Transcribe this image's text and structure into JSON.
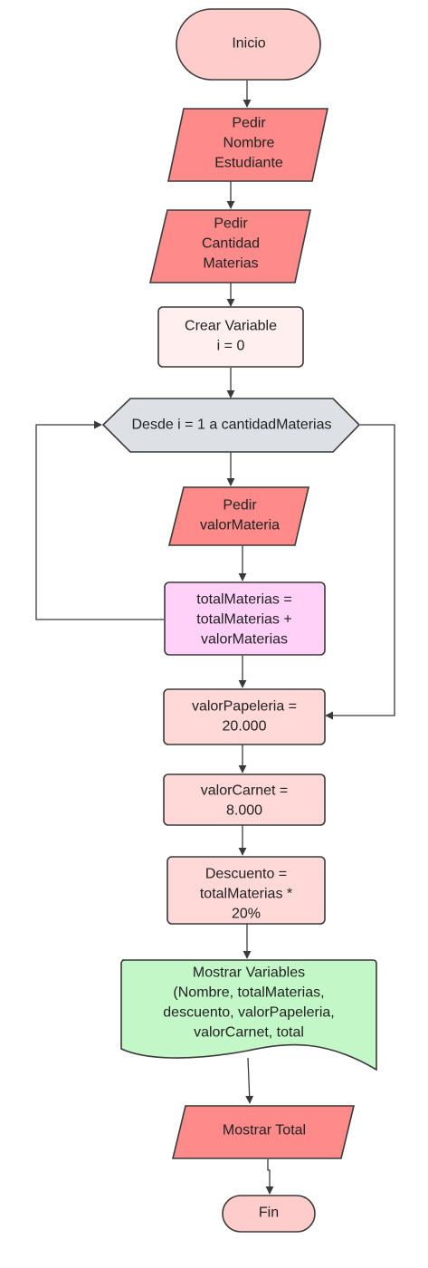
{
  "colors": {
    "terminal": "#FFCCCC",
    "input": "#FF8A8A",
    "init": "#FFEFEF",
    "loop": "#DDE0E4",
    "accumulate": "#FFD1F8",
    "process": "#FFD8D8",
    "display": "#C4F7C8",
    "line": "#3A3A3A"
  },
  "nodes": {
    "start": {
      "lines": [
        "Inicio"
      ]
    },
    "ask_name": {
      "lines": [
        "Pedir",
        "Nombre",
        "Estudiante"
      ]
    },
    "ask_count": {
      "lines": [
        "Pedir",
        "Cantidad",
        "Materias"
      ]
    },
    "create_var": {
      "lines": [
        "Crear Variable",
        "i = 0"
      ]
    },
    "loop": {
      "lines": [
        "Desde i = 1 a cantidadMaterias"
      ]
    },
    "ask_value": {
      "lines": [
        "Pedir",
        "valorMateria"
      ]
    },
    "accumulate": {
      "lines": [
        "totalMaterias =",
        "totalMaterias +",
        "valorMaterias"
      ]
    },
    "stationery": {
      "lines": [
        "valorPapeleria =",
        "20.000"
      ]
    },
    "card": {
      "lines": [
        "valorCarnet =",
        "8.000"
      ]
    },
    "discount": {
      "lines": [
        "Descuento =",
        "totalMaterias *",
        "20%"
      ]
    },
    "show_vars": {
      "lines": [
        "Mostrar Variables",
        "(Nombre, totalMaterias,",
        "descuento, valorPapeleria,",
        "valorCarnet, total"
      ]
    },
    "show_total": {
      "lines": [
        "Mostrar Total"
      ]
    },
    "end": {
      "lines": [
        "Fin"
      ]
    }
  }
}
